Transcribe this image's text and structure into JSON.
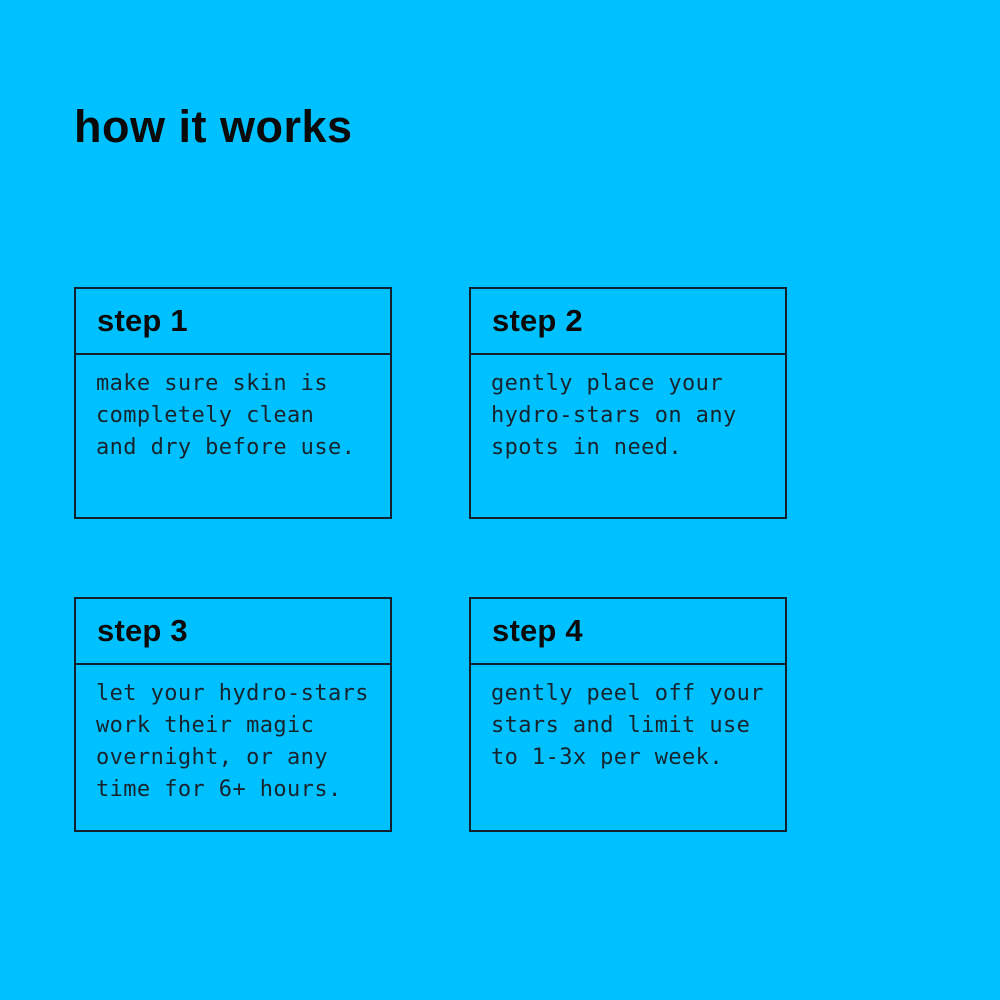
{
  "colors": {
    "background": "#00C1FF",
    "border": "#10202C",
    "heading": "#0A0A0A",
    "body": "#16242E"
  },
  "page": {
    "title": "how it works"
  },
  "steps": [
    {
      "label": "step 1",
      "lines": [
        "make sure skin is",
        "completely clean",
        "and dry before use."
      ]
    },
    {
      "label": "step 2",
      "lines": [
        "gently place your",
        "hydro-stars on any",
        "spots in need."
      ]
    },
    {
      "label": "step 3",
      "lines": [
        "let your hydro-stars",
        "work their magic",
        "overnight, or any",
        "time for 6+ hours."
      ]
    },
    {
      "label": "step 4",
      "lines": [
        "gently peel off your",
        "stars and limit use",
        "to 1-3x per week."
      ]
    }
  ]
}
